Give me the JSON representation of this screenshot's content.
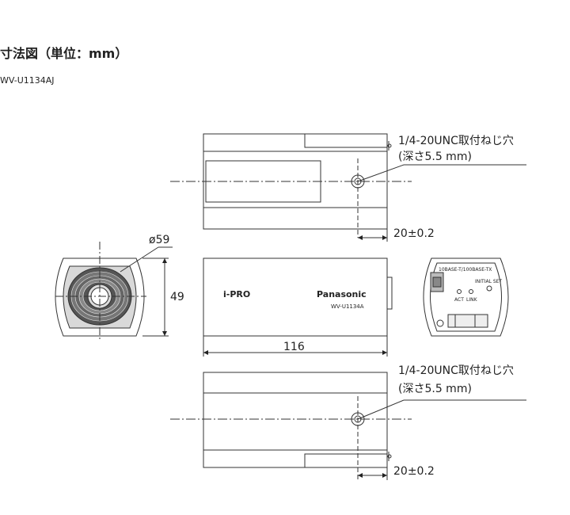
{
  "page": {
    "title": "寸法図（単位：mm）",
    "model": "WV-U1134AJ"
  },
  "drawing": {
    "mount_hole_top": "1/4-20UNC取付ねじ穴",
    "depth_top": "(深さ5.5 mm)",
    "offset_top": "20±0.2",
    "diameter": "ø59",
    "height": "49",
    "length": "116",
    "mount_hole_bottom": "1/4-20UNC取付ねじ穴",
    "depth_bottom": "(深さ5.5 mm)",
    "offset_bottom": "20±0.2",
    "brand_ipro": "i-PRO",
    "brand_panasonic": "Panasonic",
    "body_model": "WV-U1134A",
    "port_label": "10BASE-T/100BASE-TX",
    "act_label": "ACT",
    "link_label": "LINK",
    "initial_set_label": "INITIAL SET"
  }
}
